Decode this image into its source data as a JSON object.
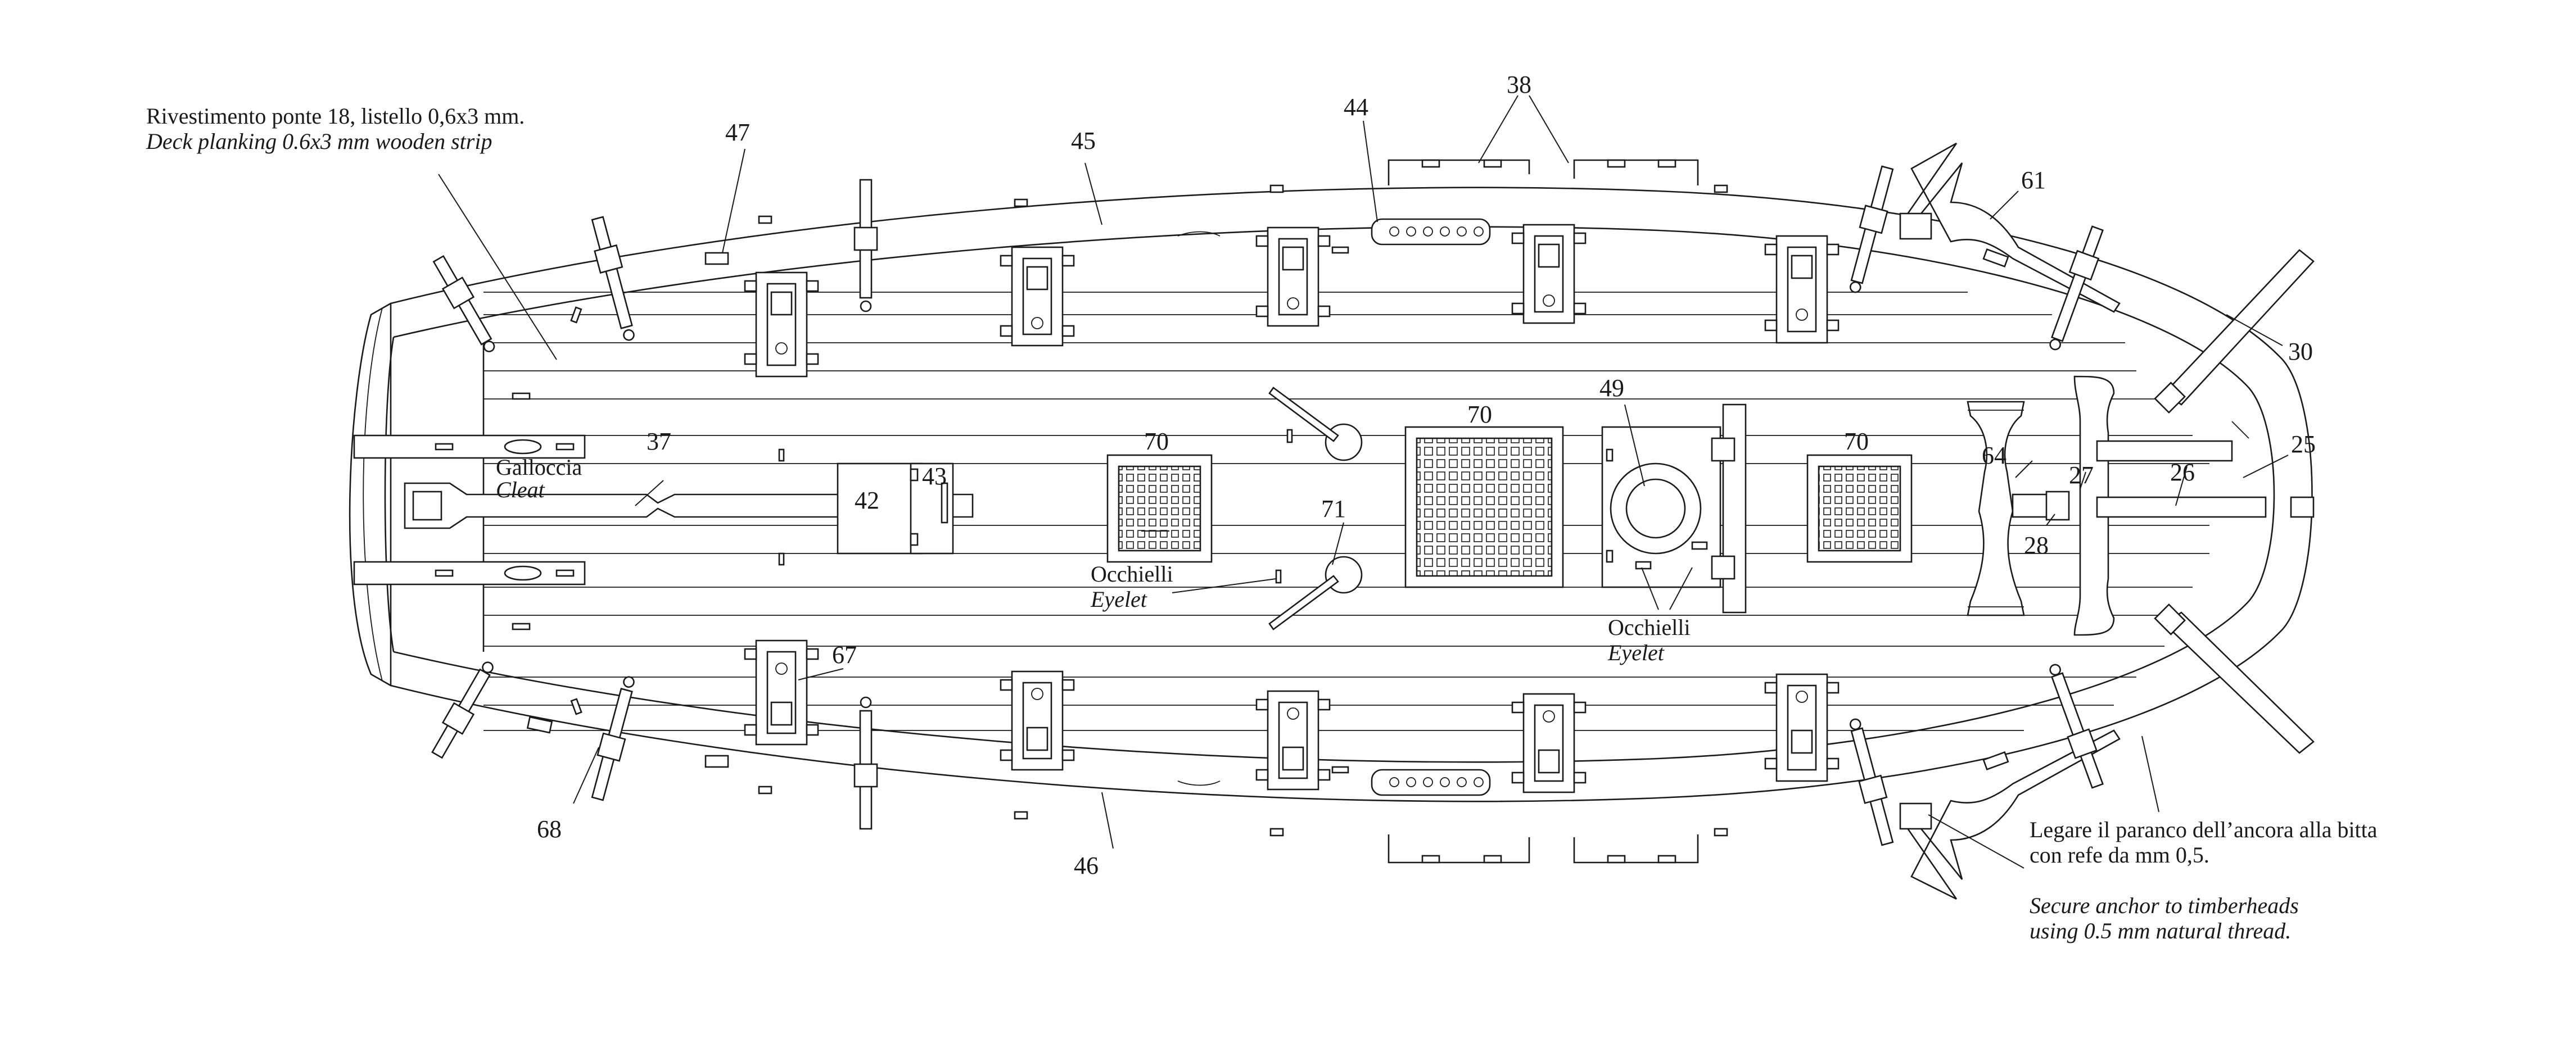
{
  "annotations": {
    "deck_planking_it": "Rivestimento ponte 18, listello 0,6x3 mm.",
    "deck_planking_en": "Deck planking 0.6x3 mm wooden strip",
    "cleat_it": "Galloccia",
    "cleat_en": "Cleat",
    "eyelet_it": "Occhielli",
    "eyelet_en": "Eyelet",
    "anchor_it_1": "Legare il paranco dell’ancora alla bitta",
    "anchor_it_2": "con refe da mm 0,5.",
    "anchor_en_1": "Secure anchor to timberheads",
    "anchor_en_2": "using 0.5 mm natural thread."
  },
  "part_numbers": {
    "n25": "25",
    "n26": "26",
    "n27": "27",
    "n28": "28",
    "n30": "30",
    "n37": "37",
    "n38": "38",
    "n42": "42",
    "n43": "43",
    "n44": "44",
    "n45": "45",
    "n46": "46",
    "n47": "47",
    "n49": "49",
    "n61": "61",
    "n64": "64",
    "n67": "67",
    "n68": "68",
    "n70a": "70",
    "n70b": "70",
    "n70c": "70",
    "n71": "71"
  }
}
